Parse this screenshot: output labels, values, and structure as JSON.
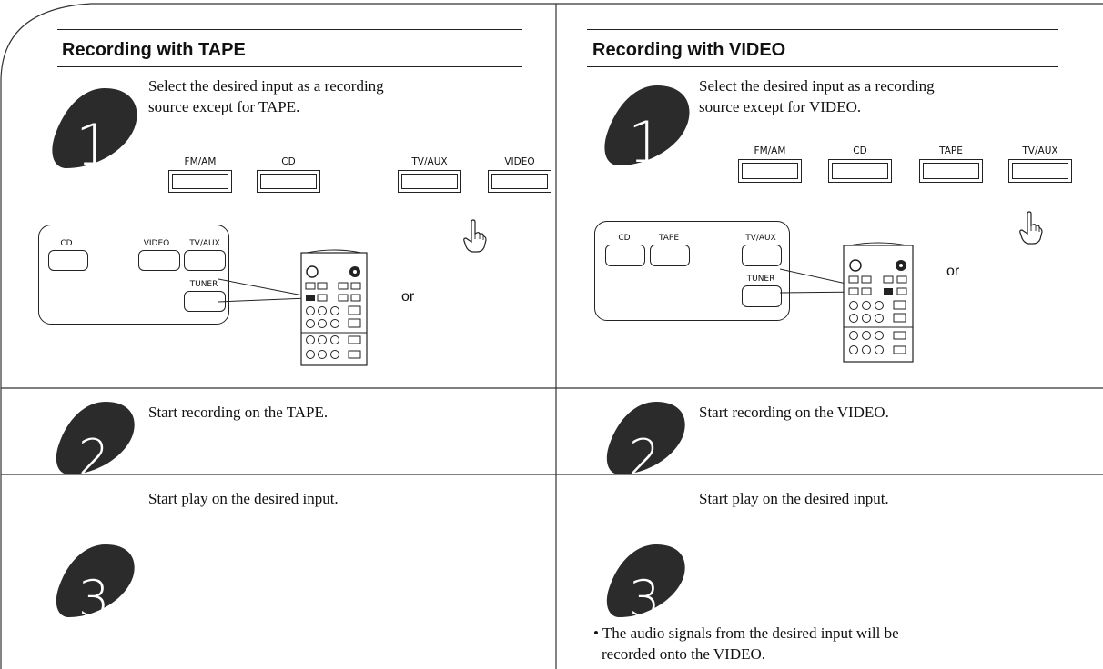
{
  "left": {
    "title": "Recording with TAPE",
    "step1": {
      "number": "1",
      "text_line1": "Select the desired input as a recording",
      "text_line2": "source except for TAPE.",
      "panel_buttons": [
        "FM/AM",
        "CD",
        "TV/AUX",
        "VIDEO"
      ],
      "remote_buttons": {
        "cd": "CD",
        "video": "VIDEO",
        "tvaux": "TV/AUX",
        "tuner": "TUNER"
      },
      "or_text": "or"
    },
    "step2": {
      "number": "2",
      "text": "Start recording on the TAPE."
    },
    "step3": {
      "number": "3",
      "text": "Start play on the desired input."
    }
  },
  "right": {
    "title": "Recording with VIDEO",
    "step1": {
      "number": "1",
      "text_line1": "Select the desired input as a recording",
      "text_line2": "source except for VIDEO.",
      "panel_buttons": [
        "FM/AM",
        "CD",
        "TAPE",
        "TV/AUX"
      ],
      "remote_buttons": {
        "cd": "CD",
        "tape": "TAPE",
        "tvaux": "TV/AUX",
        "tuner": "TUNER"
      },
      "or_text": "or"
    },
    "step2": {
      "number": "2",
      "text": "Start recording on the VIDEO."
    },
    "step3": {
      "number": "3",
      "text": "Start play on the desired input.",
      "note_line1": "• The audio signals from the desired input will be",
      "note_line2": "recorded onto the VIDEO."
    }
  }
}
